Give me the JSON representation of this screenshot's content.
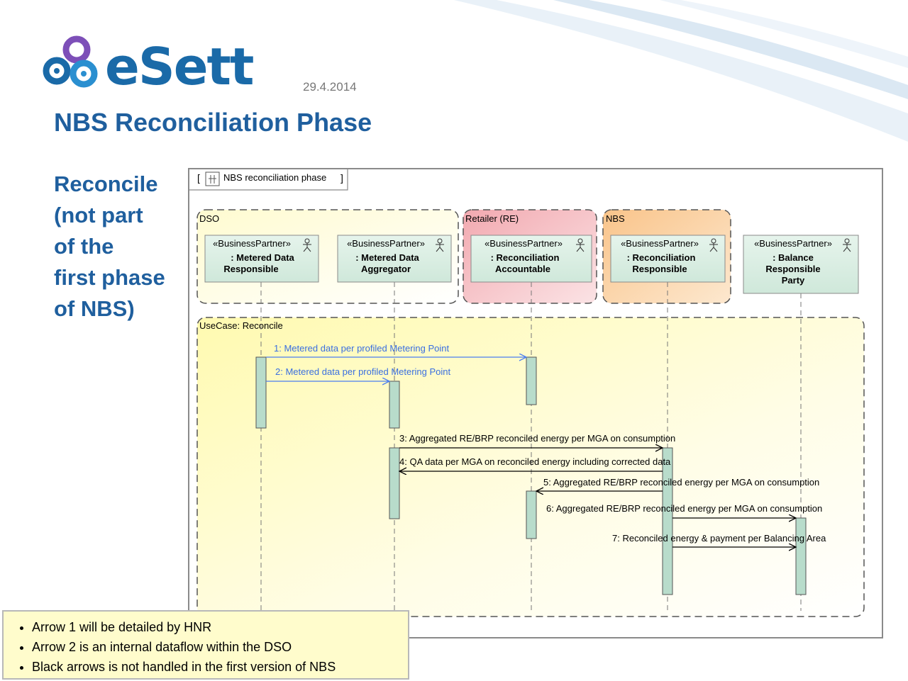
{
  "brand": {
    "name": "eSett"
  },
  "header": {
    "date": "29.4.2014",
    "title": "NBS Reconciliation Phase"
  },
  "side_note": [
    "Reconcile",
    "(not part",
    "of the",
    "first phase",
    "of NBS)"
  ],
  "diagram": {
    "frame_label": "NBS reconciliation phase",
    "frame_bracket_open": "[",
    "frame_bracket_close": "]",
    "lanes": {
      "dso": "DSO",
      "retailer": "Retailer (RE)",
      "nbs": "NBS"
    },
    "usecase_label": "UseCase: Reconcile",
    "stereotype": "«BusinessPartner»",
    "lifelines": [
      {
        "id": "mdr",
        "line1": ": Metered  Data",
        "line2": "Responsible",
        "line3": ""
      },
      {
        "id": "mda",
        "line1": ": Metered Data",
        "line2": "Aggregator",
        "line3": ""
      },
      {
        "id": "ra",
        "line1": ": Reconciliation",
        "line2": "Accountable",
        "line3": ""
      },
      {
        "id": "rr",
        "line1": ": Reconciliation",
        "line2": "Responsible",
        "line3": ""
      },
      {
        "id": "brp",
        "line1": ": Balance",
        "line2": "Responsible",
        "line3": "Party"
      }
    ],
    "messages": [
      {
        "label": "1:  Metered data per profiled Metering Point",
        "color": "#4a7ef0"
      },
      {
        "label": "2:  Metered data per profiled Metering Point",
        "color": "#4a7ef0"
      },
      {
        "label": "3:  Aggregated RE/BRP reconciled energy per MGA on consumption",
        "color": "#000000"
      },
      {
        "label": "4:  QA data per MGA on reconciled energy including corrected data",
        "color": "#000000"
      },
      {
        "label": "5:  Aggregated RE/BRP reconciled energy per MGA on consumption",
        "color": "#000000"
      },
      {
        "label": "6:  Aggregated RE/BRP reconciled energy per MGA on consumption",
        "color": "#000000"
      },
      {
        "label": "7:  Reconciled energy & payment per Balancing Area",
        "color": "#000000"
      }
    ]
  },
  "notes": [
    "Arrow 1 will be detailed by HNR",
    "Arrow 2 is an internal dataflow within the DSO",
    "Black arrows is not handled in the first version of NBS"
  ],
  "colors": {
    "title_blue": "#1f5f9e",
    "logo_blue": "#1a6aa8",
    "logo_purple": "#7d4fb8",
    "activation_fill": "#b8dccb",
    "lane_dso": "#fffbe0",
    "lane_retailer": "#f4b8bd",
    "lane_nbs": "#fbd3a4",
    "notes_bg": "#fffccc"
  }
}
